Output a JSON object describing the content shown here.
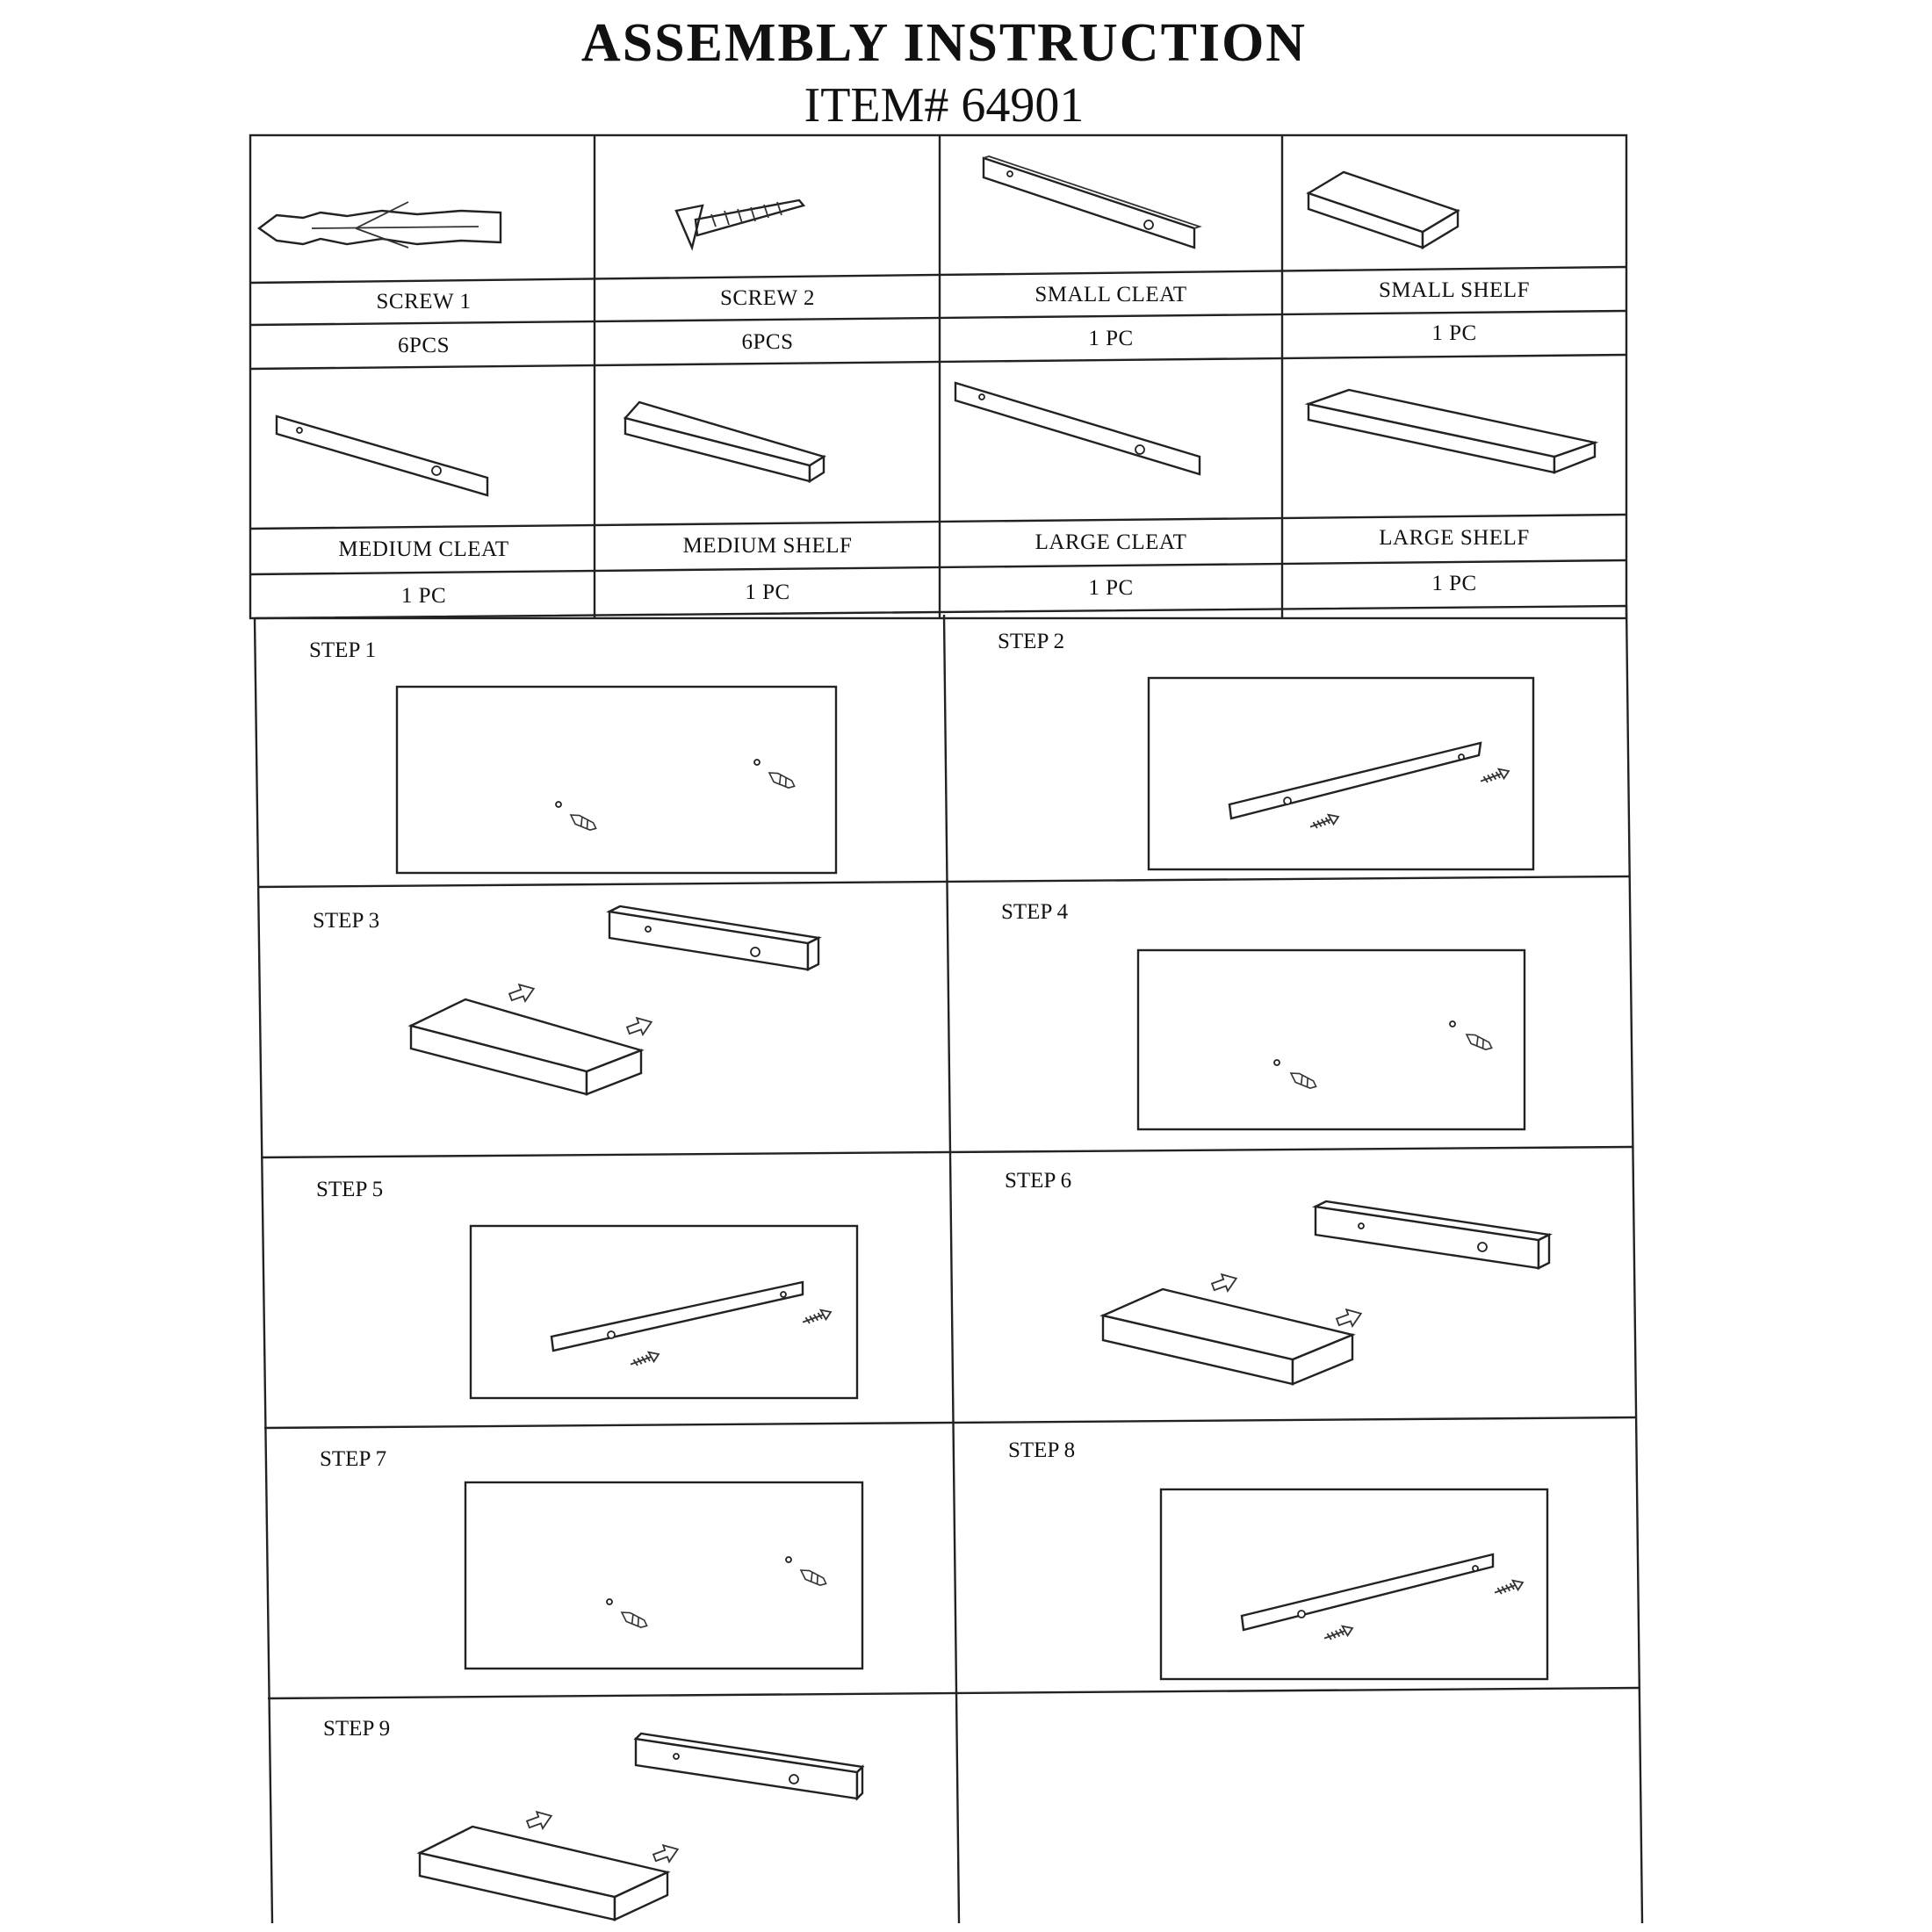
{
  "header": {
    "title": "ASSEMBLY  INSTRUCTION",
    "item": "ITEM# 64901"
  },
  "parts": [
    {
      "name": "SCREW 1",
      "qty": "6PCS",
      "icon": "wall-anchor-icon"
    },
    {
      "name": "SCREW 2",
      "qty": "6PCS",
      "icon": "screw-icon"
    },
    {
      "name": "SMALL CLEAT",
      "qty": "1 PC",
      "icon": "cleat-icon"
    },
    {
      "name": "SMALL SHELF",
      "qty": "1 PC",
      "icon": "shelf-icon"
    },
    {
      "name": "MEDIUM CLEAT",
      "qty": "1 PC",
      "icon": "cleat-icon"
    },
    {
      "name": "MEDIUM SHELF",
      "qty": "1 PC",
      "icon": "shelf-icon"
    },
    {
      "name": "LARGE CLEAT",
      "qty": "1 PC",
      "icon": "cleat-icon"
    },
    {
      "name": "LARGE SHELF",
      "qty": "1 PC",
      "icon": "shelf-icon"
    }
  ],
  "steps": [
    {
      "label": "STEP 1",
      "illustration": "anchors-in-wall"
    },
    {
      "label": "STEP 2",
      "illustration": "cleat-screwed-to-wall"
    },
    {
      "label": "STEP 3",
      "illustration": "shelf-slid-onto-cleat"
    },
    {
      "label": "STEP 4",
      "illustration": "anchors-in-wall"
    },
    {
      "label": "STEP 5",
      "illustration": "cleat-screwed-to-wall"
    },
    {
      "label": "STEP 6",
      "illustration": "shelf-slid-onto-cleat"
    },
    {
      "label": "STEP 7",
      "illustration": "anchors-in-wall"
    },
    {
      "label": "STEP 8",
      "illustration": "cleat-screwed-to-wall"
    },
    {
      "label": "STEP 9",
      "illustration": "shelf-slid-onto-cleat"
    }
  ]
}
